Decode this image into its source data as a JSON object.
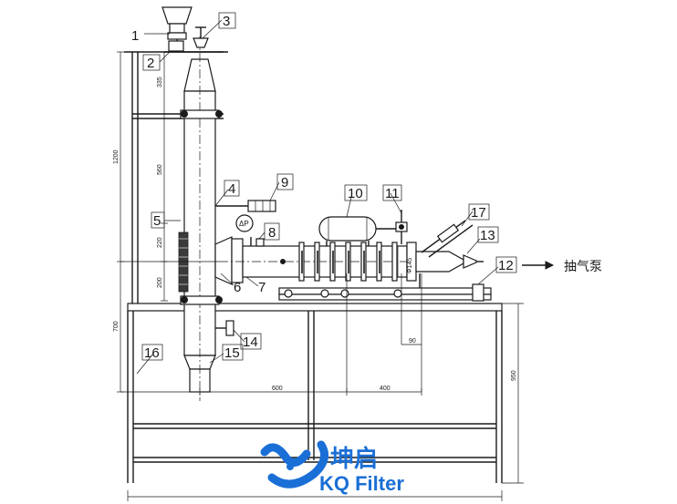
{
  "callouts": [
    "1",
    "2",
    "3",
    "4",
    "5",
    "6",
    "7",
    "8",
    "9",
    "10",
    "11",
    "12",
    "13",
    "14",
    "15",
    "16",
    "17"
  ],
  "dimensions": {
    "d335": "335",
    "d1200": "1200",
    "d560": "560",
    "d220": "220",
    "d200": "200",
    "d700": "700",
    "d600": "600",
    "d400": "400",
    "d90": "90",
    "d950": "950",
    "d145": "Φ145"
  },
  "gauge_label": "ΔP",
  "pump_label": "抽气泵",
  "logo": {
    "cn": "坤启",
    "en": "KQ Filter",
    "color": "#1a6fd6"
  }
}
